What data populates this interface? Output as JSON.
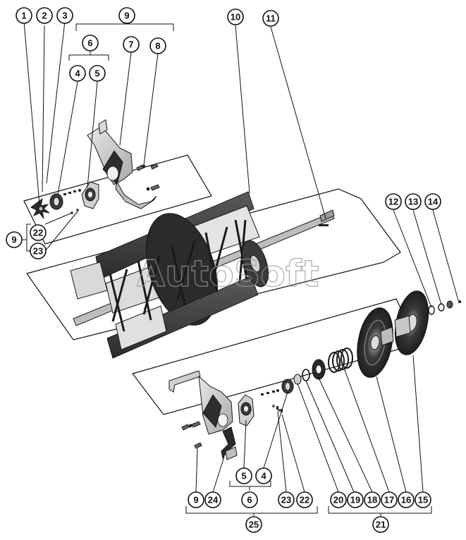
{
  "callouts": {
    "c1": "1",
    "c2": "2",
    "c3": "3",
    "c9top": "9",
    "c6top": "6",
    "c7": "7",
    "c8": "8",
    "c4top": "4",
    "c5top": "5",
    "c10": "10",
    "c11": "11",
    "c12": "12",
    "c13": "13",
    "c14": "14",
    "c9left": "9",
    "c22left": "22",
    "c23left": "23",
    "c5bot": "5",
    "c4bot": "4",
    "c6bot": "6",
    "c25": "25",
    "c9bot": "9",
    "c24": "24",
    "c23bot": "23",
    "c22bot": "22",
    "c20": "20",
    "c19": "19",
    "c18": "18",
    "c17": "17",
    "c16": "16",
    "c15": "15",
    "c21": "21"
  },
  "watermark": "AutoSoft",
  "colors": {
    "ink": "#111111",
    "shade_dark": "#3a3a3a",
    "shade_mid": "#8c8c8c",
    "shade_light": "#d4d4d4",
    "watermark": "#9a9a9a"
  }
}
